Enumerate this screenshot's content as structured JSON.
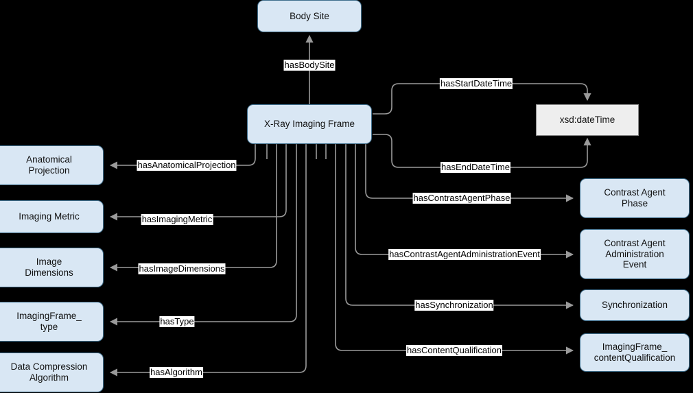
{
  "diagram": {
    "title": "X-Ray Imaging Frame ontology relationships",
    "background_color": "#000000",
    "class_node_fill": "#d9e7f4",
    "class_node_border": "#3f6e8c",
    "datatype_node_fill": "#eeeeee",
    "datatype_node_border": "#888888",
    "edge_color": "#999999",
    "label_background": "#ffffff"
  },
  "nodes": {
    "body_site": "Body Site",
    "xray_imaging_frame": "X-Ray Imaging Frame",
    "xsd_datetime": "xsd:dateTime",
    "anatomical_projection": "Anatomical\nProjection",
    "imaging_metric": "Imaging Metric",
    "image_dimensions": "Image\nDimensions",
    "imagingframe_type": "ImagingFrame_\ntype",
    "data_compression_algorithm": "Data Compression\nAlgorithm",
    "contrast_agent_phase": "Contrast Agent\nPhase",
    "contrast_agent_administration_event": "Contrast Agent\nAdministration\nEvent",
    "synchronization": "Synchronization",
    "imagingframe_contentqualification": "ImagingFrame_\ncontentQualification"
  },
  "edges": [
    {
      "id": "has_body_site",
      "label": "hasBodySite",
      "from": "xray_imaging_frame",
      "to": "body_site"
    },
    {
      "id": "has_start_date_time",
      "label": "hasStartDateTime",
      "from": "xray_imaging_frame",
      "to": "xsd_datetime"
    },
    {
      "id": "has_end_date_time",
      "label": "hasEndDateTime",
      "from": "xray_imaging_frame",
      "to": "xsd_datetime"
    },
    {
      "id": "has_anatomical_projection",
      "label": "hasAnatomicalProjection",
      "from": "xray_imaging_frame",
      "to": "anatomical_projection"
    },
    {
      "id": "has_imaging_metric",
      "label": "hasImagingMetric",
      "from": "xray_imaging_frame",
      "to": "imaging_metric"
    },
    {
      "id": "has_image_dimensions",
      "label": "hasImageDimensions",
      "from": "xray_imaging_frame",
      "to": "image_dimensions"
    },
    {
      "id": "has_type",
      "label": "hasType",
      "from": "xray_imaging_frame",
      "to": "imagingframe_type"
    },
    {
      "id": "has_algorithm",
      "label": "hasAlgorithm",
      "from": "xray_imaging_frame",
      "to": "data_compression_algorithm"
    },
    {
      "id": "has_contrast_agent_phase",
      "label": "hasContrastAgentPhase",
      "from": "xray_imaging_frame",
      "to": "contrast_agent_phase"
    },
    {
      "id": "has_contrast_agent_administration_event",
      "label": "hasContrastAgentAdministrationEvent",
      "from": "xray_imaging_frame",
      "to": "contrast_agent_administration_event"
    },
    {
      "id": "has_synchronization",
      "label": "hasSynchronization",
      "from": "xray_imaging_frame",
      "to": "synchronization"
    },
    {
      "id": "has_content_qualification",
      "label": "hasContentQualification",
      "from": "xray_imaging_frame",
      "to": "imagingframe_contentqualification"
    }
  ]
}
